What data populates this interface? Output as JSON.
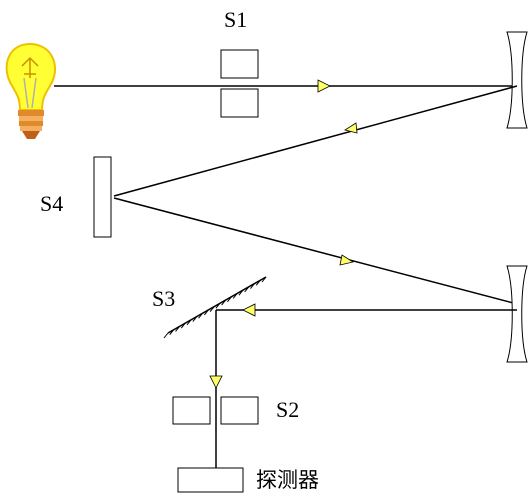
{
  "labels": {
    "s1": "S1",
    "s2": "S2",
    "s3": "S3",
    "s4": "S4",
    "detector": "探测器"
  },
  "icons": {
    "light_source": "light-bulb-icon"
  },
  "colors": {
    "line": "#000000",
    "arrow_fill": "#ffff66",
    "bulb_glass": "#ffff33",
    "bulb_rim": "#f0c000",
    "bulb_base": "#e08a2c"
  }
}
